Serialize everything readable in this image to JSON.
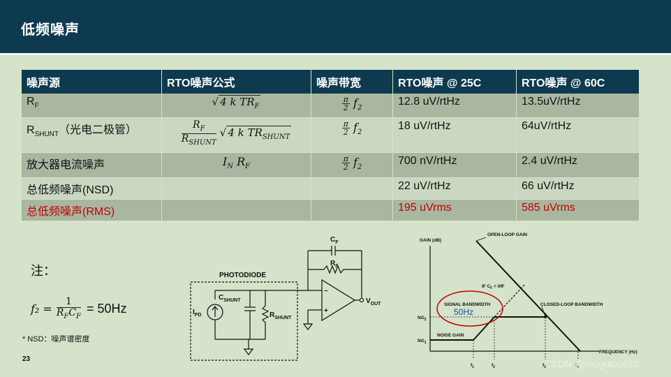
{
  "title": "低频噪声",
  "table": {
    "headers": [
      "噪声源",
      "RTO噪声公式",
      "噪声带宽",
      "RTO噪声 @ 25C",
      "RTO噪声 @ 60C"
    ],
    "rows": [
      {
        "source": "R",
        "source_sub": "F",
        "source_suffix": "",
        "bw": "",
        "v25": "12.8 uV/rtHz",
        "v60": "13.5uV/rtHz"
      },
      {
        "source": "R",
        "source_sub": "SHUNT",
        "source_suffix": "（光电二极管）",
        "v25": "18 uV/rtHz",
        "v60": "64uV/rtHz"
      },
      {
        "source": "放大器电流噪声",
        "source_sub": "",
        "source_suffix": "",
        "v25": "700 nV/rtHz",
        "v60": "2.4 uV/rtHz"
      },
      {
        "source": "总低频噪声(NSD)",
        "source_sub": "",
        "source_suffix": "",
        "v25": "22 uV/rtHz",
        "v60": "66 uV/rtHz"
      },
      {
        "source": "总低频噪声(RMS)",
        "source_sub": "",
        "source_suffix": "",
        "v25": "195 uVrms",
        "v60": "585 uVrms"
      }
    ],
    "formula_rf": "4 k TR",
    "formula_rf_sub": "F",
    "formula_shunt_num": "R",
    "formula_shunt_num_sub": "F",
    "formula_shunt_den": "R",
    "formula_shunt_den_sub": "SHUNT",
    "formula_shunt_sqrt": "4 k TR",
    "formula_shunt_sqrt_sub": "SHUNT",
    "formula_amp": "I",
    "formula_amp_sub": "N",
    "formula_amp_r": "R",
    "formula_amp_r_sub": "F",
    "bw_pi": "π",
    "bw_two": "2",
    "bw_f": "f",
    "bw_f_sub": "2"
  },
  "note": {
    "title": "注：",
    "lhs": "f₂ =",
    "num": "1",
    "den": "R",
    "den_sub1": "F",
    "den_c": "C",
    "den_sub2": "F",
    "rhs": "= 50Hz",
    "nsd": "* NSD：噪声谱密度"
  },
  "page_number": "23",
  "watermark": "CSDN @mogutou520",
  "circuit": {
    "photodiode": "PHOTODIODE",
    "cf": "C",
    "cf_sub": "F",
    "rf": "R",
    "rf_sub": "F",
    "cshunt": "C",
    "cshunt_sub": "SHUNT",
    "rshunt": "R",
    "rshunt_sub": "SHUNT",
    "ipd": "I",
    "ipd_sub": "PD",
    "vout": "V",
    "vout_sub": "OUT",
    "minus": "–",
    "plus": "+"
  },
  "bode": {
    "gain_axis": "GAIN (dB)",
    "open_loop": "OPEN-LOOP GAIN",
    "if_cf": "IF C",
    "if_cf_sub": "F",
    "if_cf_suffix": " = 0fF",
    "closed_loop": "CLOSED-LOOP BANDWIDTH",
    "signal_bw": "SIGNAL BANDWIDTH",
    "hz_label": "50Hz",
    "ng2": "NG",
    "ng2_sub": "2",
    "ng1": "NG",
    "ng1_sub": "1",
    "noise_gain": "NOISE GAIN",
    "freq_axis": "FREQUENCY (Hz)",
    "f1": "f",
    "f1_sub": "1",
    "f2": "f",
    "f2_sub": "2",
    "f3": "f",
    "f3_sub": "3",
    "f4": "f",
    "f4_sub": "4",
    "accent": "#c00000",
    "annotation_color": "#1f4e9c"
  }
}
